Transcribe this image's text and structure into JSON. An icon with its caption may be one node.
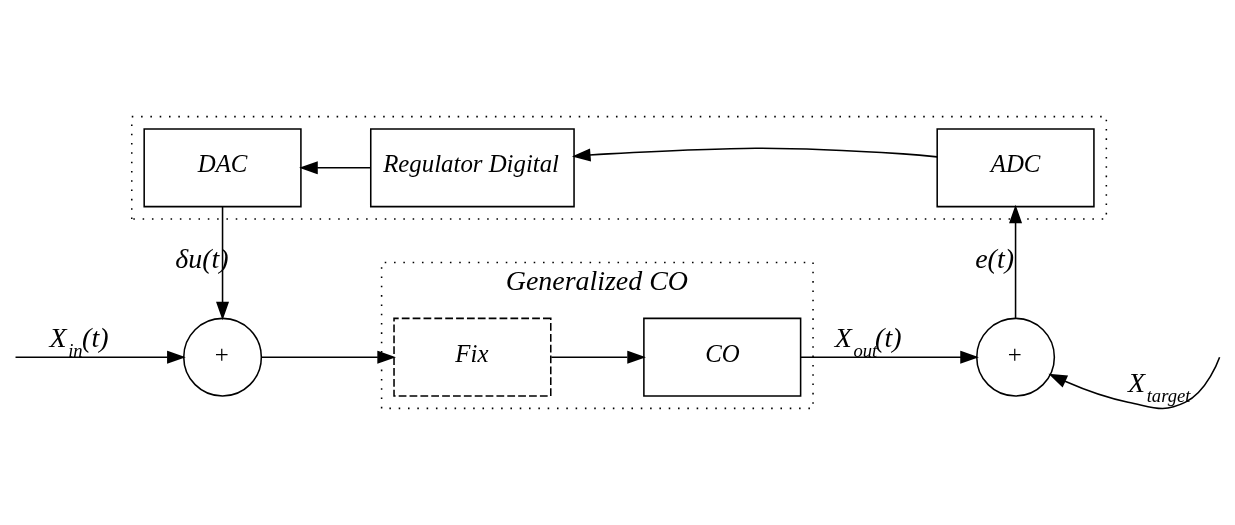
{
  "diagram": {
    "nodes": [
      {
        "text": [
          "Generalized CO"
        ]
      },
      {
        "text": [
          "Fix"
        ],
        "in": 0
      },
      {
        "text": [
          "CO"
        ],
        "in": 0
      },
      {
        "text": [
          "+"
        ]
      },
      {
        "text": [
          "+"
        ]
      },
      {
        "text": [],
        "shape": "box"
      },
      {
        "text": [
          "ADC"
        ],
        "in": 5
      },
      {
        "text": [
          "Regulator Digital"
        ],
        "in": 5
      },
      {
        "text": [
          "DAC"
        ],
        "in": 5
      }
    ],
    "edges": [
      {
        "from": null,
        "to": 3,
        "arrow": "to",
        "label": "X$_{in}$(t)"
      },
      {
        "from": 3,
        "to": 1,
        "arrow": "to"
      },
      {
        "from": 1,
        "to": 2,
        "arrow": "to"
      },
      {
        "from": 2,
        "to": 4,
        "arrow": "to",
        "label": "X$_{out}$(t)"
      },
      {
        "from": null,
        "to": 4,
        "arrow": "to",
        "label": "X$_{target}$"
      },
      {
        "from": 4,
        "to": 6,
        "arrow": "to",
        "label": "e(t)"
      },
      {
        "from": 6,
        "to": 7,
        "arrow": "to"
      },
      {
        "from": 7,
        "to": 8,
        "arrow": "to"
      },
      {
        "from": 8,
        "to": 3,
        "arrow": "to",
        "label": "δu(t)"
      }
    ]
  }
}
